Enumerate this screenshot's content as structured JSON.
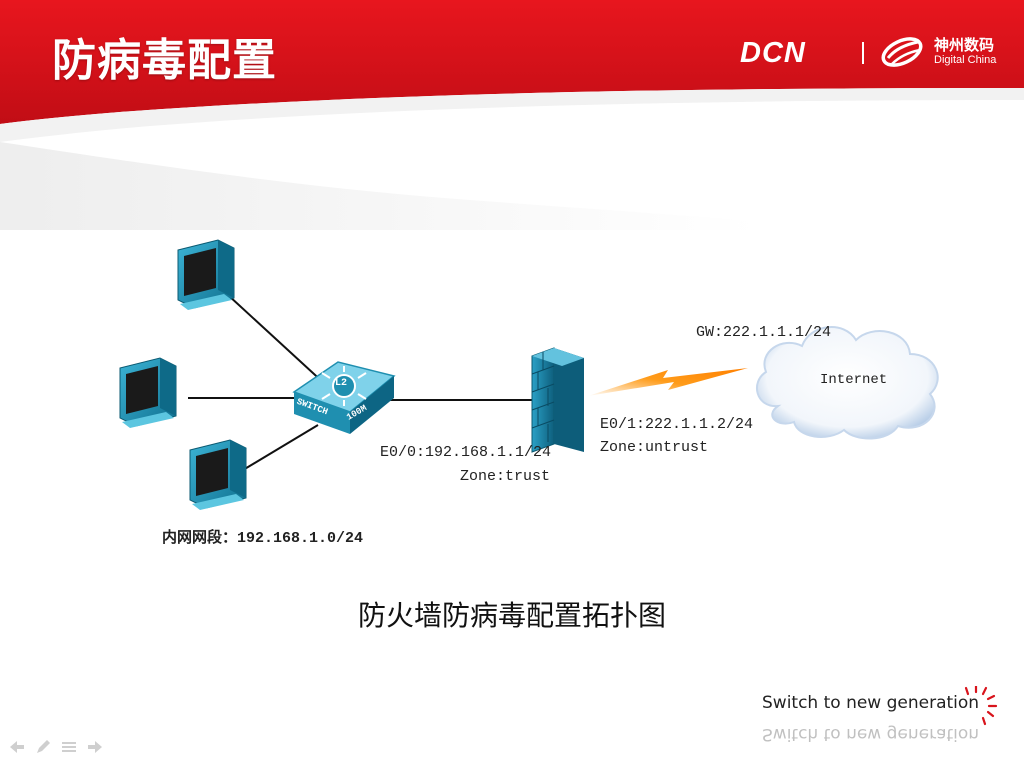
{
  "header": {
    "title": "防病毒配置",
    "brand_dcn": "DCN",
    "brand_cn": "神州数码",
    "brand_en": "Digital China",
    "accent_color": "#d8141c"
  },
  "diagram": {
    "gateway_label": "GW:222.1.1.1/24",
    "internet_label": "Internet",
    "switch_text": "SWITCH",
    "switch_l2": "L2",
    "switch_speed": "100M",
    "trust_interface": "E0/0:192.168.1.1/24",
    "trust_zone": "Zone:trust",
    "untrust_interface": "E0/1:222.1.1.2/24",
    "untrust_zone": "Zone:untrust",
    "subnet_label": "内网网段：192.168.1.0/24",
    "device_color": "#1f8fb0",
    "link_color": "#ff8c00"
  },
  "caption": "防火墙防病毒配置拓扑图",
  "footer": {
    "tagline": "Switch to new generation"
  },
  "nav_icons": [
    "back-arrow-icon",
    "pen-icon",
    "menu-icon",
    "forward-arrow-icon"
  ]
}
